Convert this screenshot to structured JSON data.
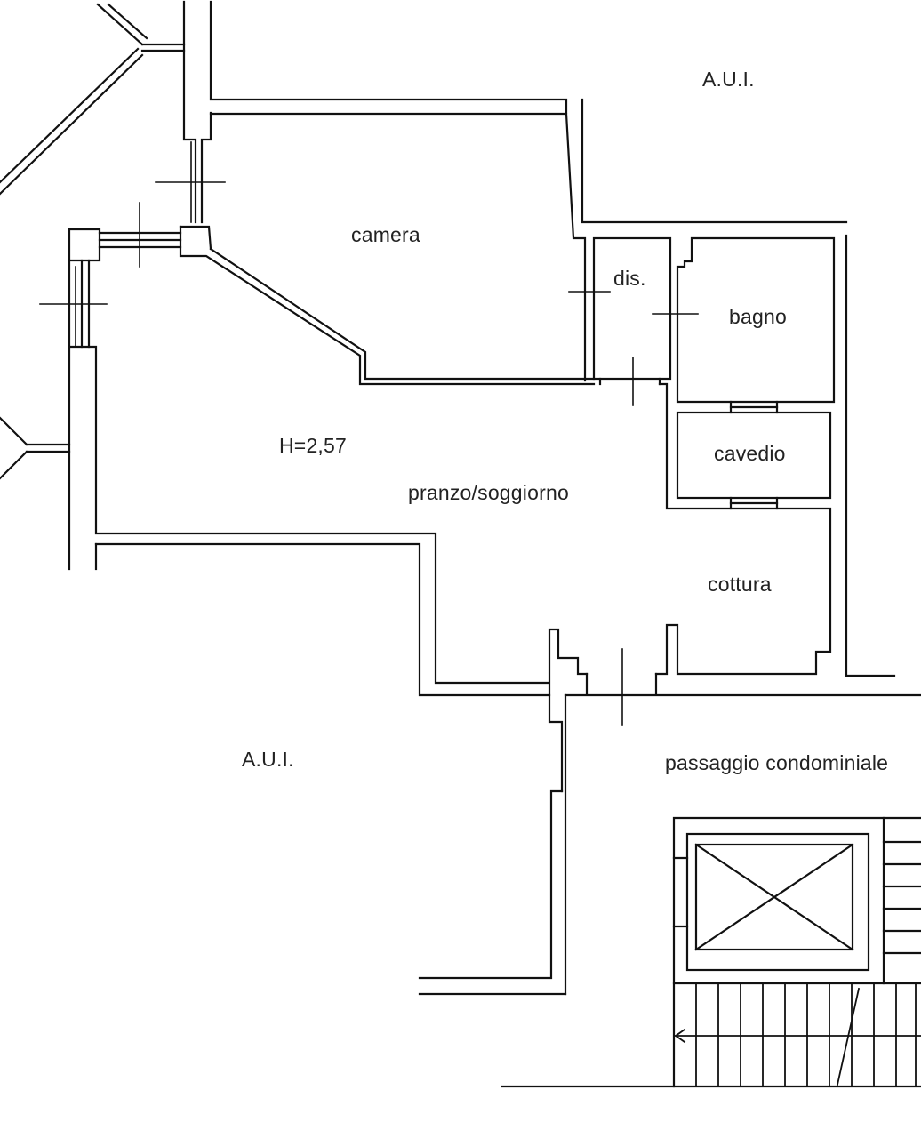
{
  "labels": {
    "aui_top": "A.U.I.",
    "camera": "camera",
    "dis": "dis.",
    "bagno": "bagno",
    "height": "H=2,57",
    "cavedio": "cavedio",
    "pranzo": "pranzo/soggiorno",
    "cottura": "cottura",
    "aui_bottom": "A.U.I.",
    "passaggio": "passaggio condominiale"
  }
}
